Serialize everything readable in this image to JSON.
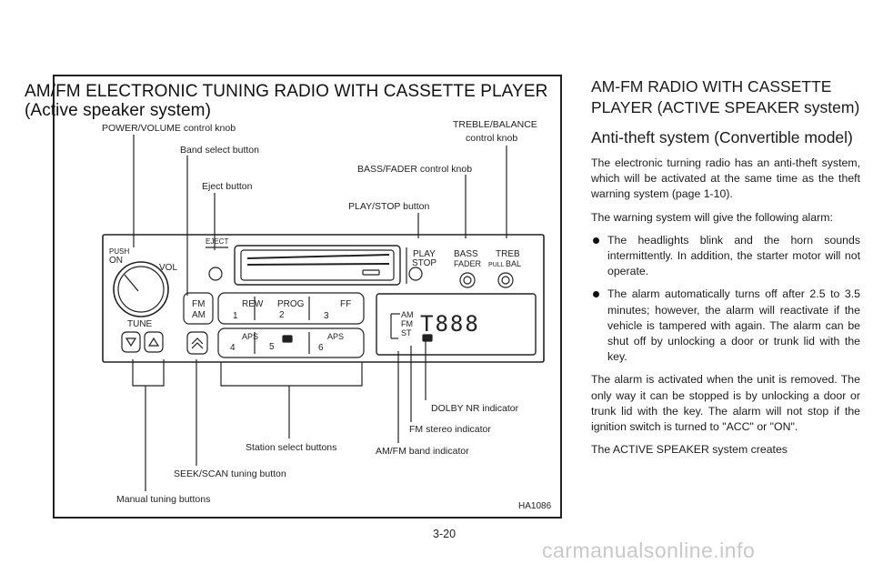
{
  "figure": {
    "title_line1": "AM/FM ELECTRONIC TUNING RADIO WITH CASSETTE PLAYER",
    "title_line2": "(Active speaker system)",
    "code": "HA1086",
    "callouts": {
      "power_volume": "POWER/VOLUME control knob",
      "band_select": "Band select button",
      "eject": "Eject button",
      "treble_balance_1": "TREBLE/BALANCE",
      "treble_balance_2": "control knob",
      "bass_fader": "BASS/FADER control knob",
      "play_stop": "PLAY/STOP button",
      "dolby": "DOLBY NR indicator",
      "fm_stereo": "FM stereo indicator",
      "amfm_band": "AM/FM band indicator",
      "station_select": "Station select buttons",
      "seek_scan": "SEEK/SCAN tuning button",
      "manual_tuning": "Manual tuning buttons"
    },
    "panel": {
      "push": "PUSH",
      "on": "ON",
      "vol": "VOL",
      "tune": "TUNE",
      "eject": "EJECT",
      "fm": "FM",
      "am": "AM",
      "rew": "REW",
      "prog": "PROG",
      "ff": "FF",
      "aps": "APS",
      "play": "PLAY",
      "stop": "STOP",
      "bass": "BASS",
      "treb": "TREB",
      "fader": "FADER",
      "pull": "PULL",
      "bal": "BAL",
      "preset1": "1",
      "preset2": "2",
      "preset3": "3",
      "preset4": "4",
      "preset5": "5",
      "preset6": "6",
      "disp_am": "AM",
      "disp_fm": "FM",
      "disp_st": "ST",
      "disp_digits": "T888"
    }
  },
  "section": {
    "title": "AM-FM RADIO WITH CASSETTE PLAYER (ACTIVE SPEAKER system)",
    "subtitle": "Anti-theft system (Convertible model)",
    "para1": "The electronic turning radio has an anti-theft system, which will be activated at the same time as the theft warning system (page 1-10).",
    "para2": "The warning system will give the following alarm:",
    "bullets": [
      "The headlights blink and the horn sounds intermittently. In addition, the starter motor will not operate.",
      "The alarm automatically turns off after 2.5 to 3.5 minutes; however, the alarm will reactivate if the vehicle is tampered with again. The alarm can be shut off by unlocking a door or trunk lid with the key."
    ],
    "para3": "The alarm is activated when the unit is removed. The only way it can be stopped is by unlocking a door or trunk lid with the key. The alarm will not stop if the ignition switch is turned to \"ACC\" or \"ON\".",
    "para4": "The ACTIVE SPEAKER system creates"
  },
  "page_number": "3-20",
  "watermark": "carmanualsonline.info"
}
